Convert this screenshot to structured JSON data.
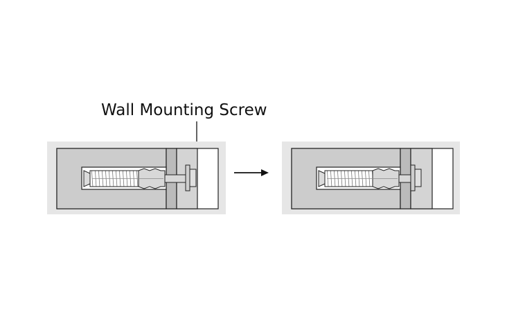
{
  "callout": {
    "label": "Wall Mounting Screw"
  },
  "colors": {
    "background": "#ffffff",
    "wall_outer": "#e6e6e6",
    "wall_inner": "#cccccc",
    "outline": "#222222",
    "anchor": "#dcdcdc",
    "arrow": "#111111"
  },
  "panels": [
    {
      "step": "before",
      "screw_state": "protruding"
    },
    {
      "step": "after",
      "screw_state": "tightened"
    }
  ],
  "icons": {
    "transition": "right-arrow-icon",
    "anchor": "wall-anchor-icon",
    "screw": "screw-icon"
  }
}
